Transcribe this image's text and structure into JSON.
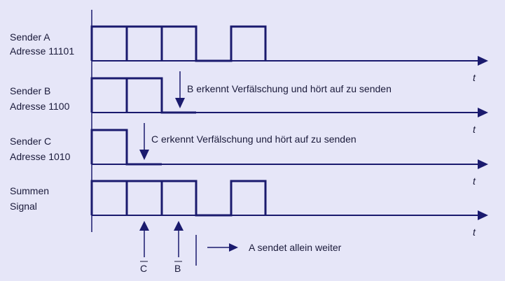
{
  "senders": [
    {
      "line1": "Sender A",
      "line2": "Adresse 11101",
      "t": "t"
    },
    {
      "line1": "Sender B",
      "line2": "Adresse 1100",
      "t": "t"
    },
    {
      "line1": "Sender C",
      "line2": "Adresse 1010",
      "t": "t"
    },
    {
      "line1": "Summen",
      "line2": "Signal",
      "t": "t"
    }
  ],
  "notes": {
    "b": "B erkennt Verfälschung und hört auf zu senden",
    "c": "C erkennt Verfälschung und hört auf zu senden",
    "a": "A sendet allein weiter"
  },
  "markers": {
    "c": "C",
    "b": "B"
  },
  "colors": {
    "background": "#e6e6f8",
    "signal": "#1a1a6e",
    "text": "#1a1a3a"
  }
}
